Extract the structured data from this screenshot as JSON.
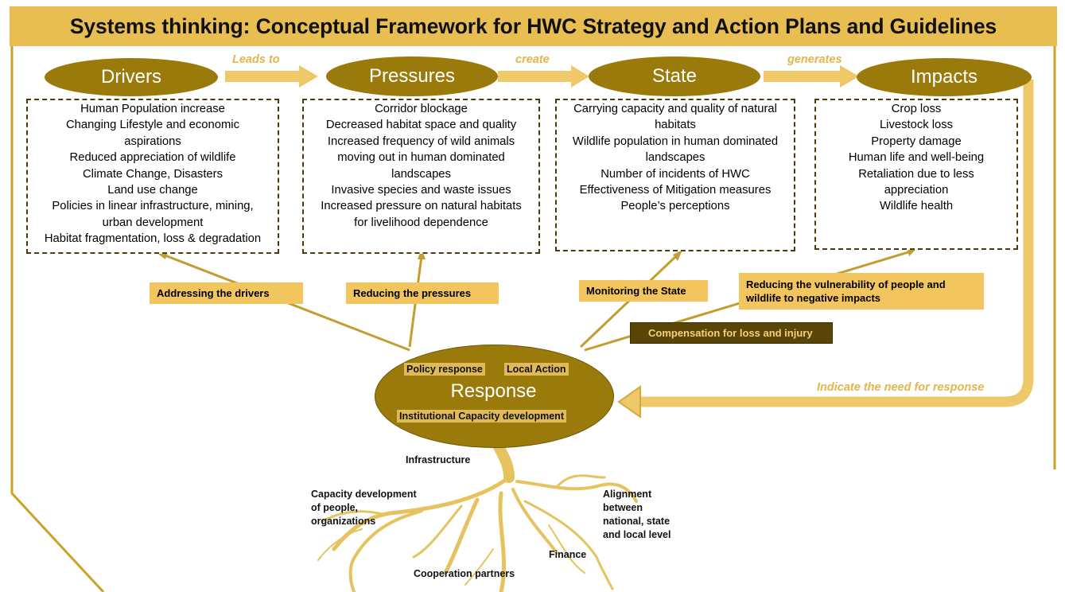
{
  "title": "Systems thinking: Conceptual Framework for HWC Strategy and Action Plans and Guidelines",
  "nodes": {
    "drivers": "Drivers",
    "pressures": "Pressures",
    "state": "State",
    "impacts": "Impacts",
    "response": "Response"
  },
  "flow_labels": {
    "leads_to": "Leads to",
    "create": "create",
    "generates": "generates",
    "indicate": "Indicate the need for response"
  },
  "boxes": {
    "drivers": [
      "Human Population increase",
      "Changing Lifestyle and economic",
      "aspirations",
      "Reduced appreciation of wildlife",
      "Climate Change, Disasters",
      "Land use change",
      "Policies in linear infrastructure, mining,",
      "urban development",
      "Habitat fragmentation, loss & degradation"
    ],
    "pressures": [
      "Corridor blockage",
      "Decreased habitat space and quality",
      "Increased frequency of wild animals",
      "moving out in human dominated",
      "landscapes",
      "Invasive species and waste issues",
      "Increased pressure on natural habitats",
      "for livelihood dependence"
    ],
    "state": [
      "Carrying capacity and quality of natural",
      "habitats",
      "Wildlife population in human dominated",
      "landscapes",
      "Number of incidents of HWC",
      "Effectiveness of Mitigation measures",
      "People’s perceptions"
    ],
    "impacts": [
      "Crop loss",
      "Livestock loss",
      "Property damage",
      "Human life and well-being",
      "Retaliation due to less",
      "appreciation",
      "Wildlife health"
    ]
  },
  "responses": {
    "addressing": "Addressing the drivers",
    "reducing_pressures": "Reducing the pressures",
    "monitoring": "Monitoring the State",
    "vulnerability": [
      "Reducing the vulnerability of people and",
      "wildlife to negative impacts"
    ],
    "compensation": "Compensation for loss and injury"
  },
  "response_tags": {
    "policy": "Policy response",
    "local": "Local Action",
    "institutional": "Institutional Capacity development"
  },
  "roots": {
    "infrastructure": "Infrastructure",
    "capacity": [
      "Capacity development",
      "of people,",
      "organizations"
    ],
    "alignment": [
      "Alignment",
      "between",
      "national, state",
      "and local level"
    ],
    "finance": "Finance",
    "cooperation": "Cooperation partners"
  },
  "colors": {
    "title_bg": "#e8bd52",
    "node_fill": "#9a7a0b",
    "label_fill": "#f2c55e",
    "accent_line": "#c9a227",
    "compensation_fill": "#5a4507"
  }
}
